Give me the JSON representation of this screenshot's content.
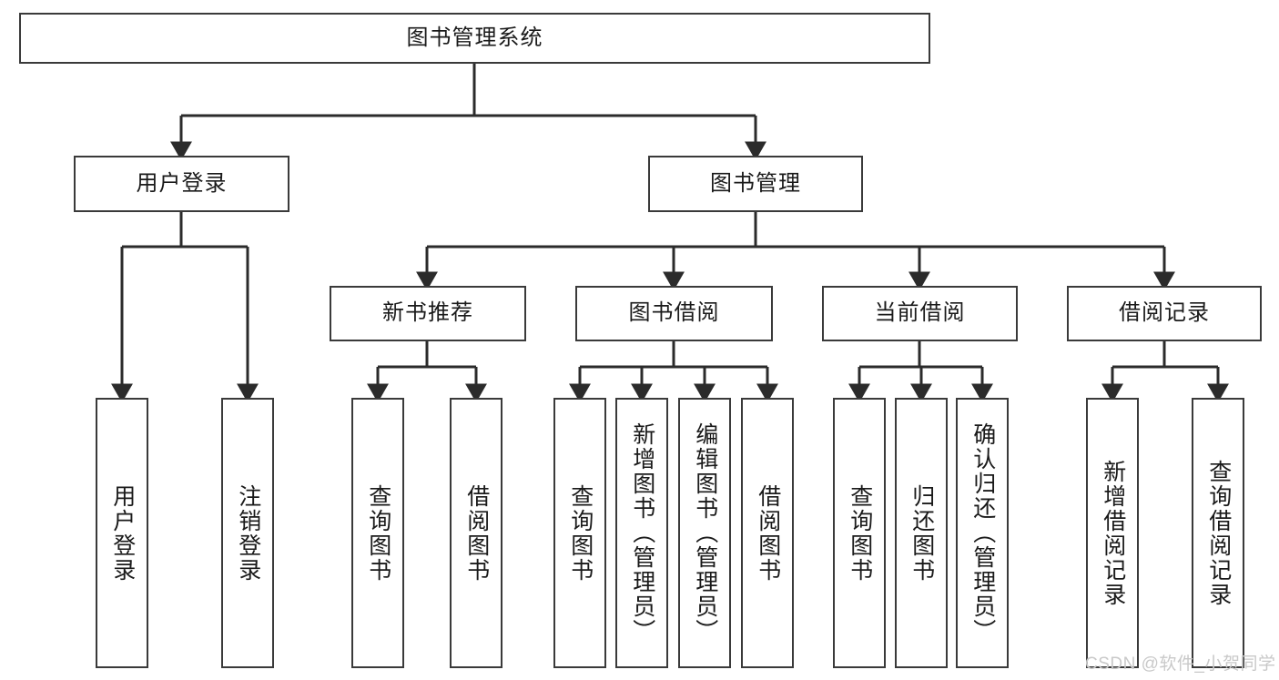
{
  "diagram": {
    "type": "tree-hierarchy",
    "title": "图书管理系统",
    "watermark": "CSDN @软件_小贺同学",
    "colors": {
      "box_border": "#3a3a3a",
      "box_fill": "#ffffff",
      "edge": "#2b2b2b",
      "text": "#1a1a1a",
      "watermark": "#c9c9c9"
    },
    "levels": {
      "root": {
        "label": "图书管理系统"
      },
      "level2": [
        {
          "id": "user-login",
          "label": "用户登录"
        },
        {
          "id": "book-manage",
          "label": "图书管理"
        }
      ],
      "level3": [
        {
          "id": "new-book-recommend",
          "label": "新书推荐",
          "parent": "book-manage"
        },
        {
          "id": "book-borrow",
          "label": "图书借阅",
          "parent": "book-manage"
        },
        {
          "id": "current-borrow",
          "label": "当前借阅",
          "parent": "book-manage"
        },
        {
          "id": "borrow-record",
          "label": "借阅记录",
          "parent": "book-manage"
        }
      ],
      "leaves": [
        {
          "id": "leaf-user-login",
          "label": "用户登录",
          "parent": "user-login"
        },
        {
          "id": "leaf-user-logout",
          "label": "注销登录",
          "parent": "user-login"
        },
        {
          "id": "leaf-query-book-1",
          "label": "查询图书",
          "parent": "new-book-recommend"
        },
        {
          "id": "leaf-borrow-book-1",
          "label": "借阅图书",
          "parent": "new-book-recommend"
        },
        {
          "id": "leaf-query-book-2",
          "label": "查询图书",
          "parent": "book-borrow"
        },
        {
          "id": "leaf-add-book",
          "label": "新增图书（管理员）",
          "parent": "book-borrow"
        },
        {
          "id": "leaf-edit-book",
          "label": "编辑图书（管理员）",
          "parent": "book-borrow"
        },
        {
          "id": "leaf-borrow-book-2",
          "label": "借阅图书",
          "parent": "book-borrow"
        },
        {
          "id": "leaf-query-book-3",
          "label": "查询图书",
          "parent": "current-borrow"
        },
        {
          "id": "leaf-return-book",
          "label": "归还图书",
          "parent": "current-borrow"
        },
        {
          "id": "leaf-confirm-return",
          "label": "确认归还（管理员）",
          "parent": "current-borrow"
        },
        {
          "id": "leaf-add-record",
          "label": "新增借阅记录",
          "parent": "borrow-record"
        },
        {
          "id": "leaf-query-record",
          "label": "查询借阅记录",
          "parent": "borrow-record"
        }
      ]
    }
  }
}
